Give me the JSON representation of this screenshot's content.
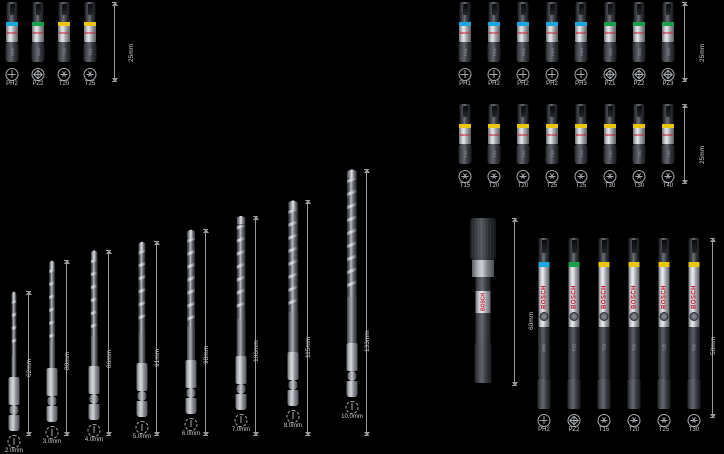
{
  "image": {
    "subject": "Bosch impact screwdriver bit and HSS drill bit accessory set",
    "brand": "BOSCH",
    "background_color": "#000000"
  },
  "groups": {
    "top_left": {
      "name": "Impact insert bits 25 mm (left group)",
      "length_label": "25mm",
      "bits": [
        {
          "code": "PH2",
          "type": "phillips",
          "ring_color": "#1ca6dd",
          "shank_text": "PH2"
        },
        {
          "code": "PZ2",
          "type": "pozidriv",
          "ring_color": "#19a04a",
          "shank_text": "PZ2"
        },
        {
          "code": "T20",
          "type": "torx",
          "ring_color": "#e9c60b",
          "shank_text": "T20"
        },
        {
          "code": "T25",
          "type": "torx",
          "ring_color": "#e9c60b",
          "shank_text": "T25"
        }
      ]
    },
    "top_right": {
      "name": "Impact insert bits 25 mm (Phillips / Pozidriv)",
      "length_label": "25mm",
      "bits": [
        {
          "code": "PH1",
          "type": "phillips",
          "ring_color": "#1ca6dd",
          "shank_text": "PH1"
        },
        {
          "code": "PH2",
          "type": "phillips",
          "ring_color": "#1ca6dd",
          "shank_text": "PH2"
        },
        {
          "code": "PH2",
          "type": "phillips",
          "ring_color": "#1ca6dd",
          "shank_text": "PH2"
        },
        {
          "code": "PH2",
          "type": "phillips",
          "ring_color": "#1ca6dd",
          "shank_text": "PH2"
        },
        {
          "code": "PH3",
          "type": "phillips",
          "ring_color": "#1ca6dd",
          "shank_text": "PH3"
        },
        {
          "code": "PZ1",
          "type": "pozidriv",
          "ring_color": "#19a04a",
          "shank_text": "PZ1"
        },
        {
          "code": "PZ2",
          "type": "pozidriv",
          "ring_color": "#19a04a",
          "shank_text": "PZ2"
        },
        {
          "code": "PZ3",
          "type": "pozidriv",
          "ring_color": "#19a04a",
          "shank_text": "PZ3"
        }
      ]
    },
    "mid_right": {
      "name": "Impact insert bits 25 mm (Torx)",
      "length_label": "25mm",
      "bits": [
        {
          "code": "T15",
          "type": "torx",
          "ring_color": "#e9c60b",
          "shank_text": "T15"
        },
        {
          "code": "T20",
          "type": "torx",
          "ring_color": "#e9c60b",
          "shank_text": "T20"
        },
        {
          "code": "T20",
          "type": "torx",
          "ring_color": "#e9c60b",
          "shank_text": "T20"
        },
        {
          "code": "T25",
          "type": "torx",
          "ring_color": "#e9c60b",
          "shank_text": "T25"
        },
        {
          "code": "T25",
          "type": "torx",
          "ring_color": "#e9c60b",
          "shank_text": "T25"
        },
        {
          "code": "T30",
          "type": "torx",
          "ring_color": "#e9c60b",
          "shank_text": "T30"
        },
        {
          "code": "T30",
          "type": "torx",
          "ring_color": "#e9c60b",
          "shank_text": "T30"
        },
        {
          "code": "T40",
          "type": "torx",
          "ring_color": "#e9c60b",
          "shank_text": "T40"
        }
      ]
    },
    "bottom_right": {
      "name": "Impact power bits 50 mm",
      "length_label": "50mm",
      "brand_text": "BOSCH",
      "bits": [
        {
          "code": "PH2",
          "type": "phillips",
          "ring_color": "#1ca6dd",
          "shank_text": "PH2"
        },
        {
          "code": "PZ2",
          "type": "pozidriv",
          "ring_color": "#19a04a",
          "shank_text": "PZ2"
        },
        {
          "code": "T15",
          "type": "torx",
          "ring_color": "#e9c60b",
          "shank_text": "T15"
        },
        {
          "code": "T20",
          "type": "torx",
          "ring_color": "#e9c60b",
          "shank_text": "T20"
        },
        {
          "code": "T25",
          "type": "torx",
          "ring_color": "#e9c60b",
          "shank_text": "T25"
        },
        {
          "code": "T30",
          "type": "torx",
          "ring_color": "#e9c60b",
          "shank_text": "T30"
        }
      ]
    },
    "holder": {
      "name": "Quick-change universal bit holder",
      "length_label": "60mm",
      "brand_text": "BOSCH"
    },
    "drills": {
      "name": "HSS twist drill bits with hex shank",
      "items": [
        {
          "diameter": "2.0mm",
          "length": "62mm"
        },
        {
          "diameter": "3.0mm",
          "length": "80mm"
        },
        {
          "diameter": "4.0mm",
          "length": "86mm"
        },
        {
          "diameter": "5.0mm",
          "length": "91mm"
        },
        {
          "diameter": "6.0mm",
          "length": "98mm"
        },
        {
          "diameter": "7.0mm",
          "length": "106mm"
        },
        {
          "diameter": "8.0mm",
          "length": "115mm"
        },
        {
          "diameter": "10.0mm",
          "length": "133mm"
        }
      ]
    }
  }
}
